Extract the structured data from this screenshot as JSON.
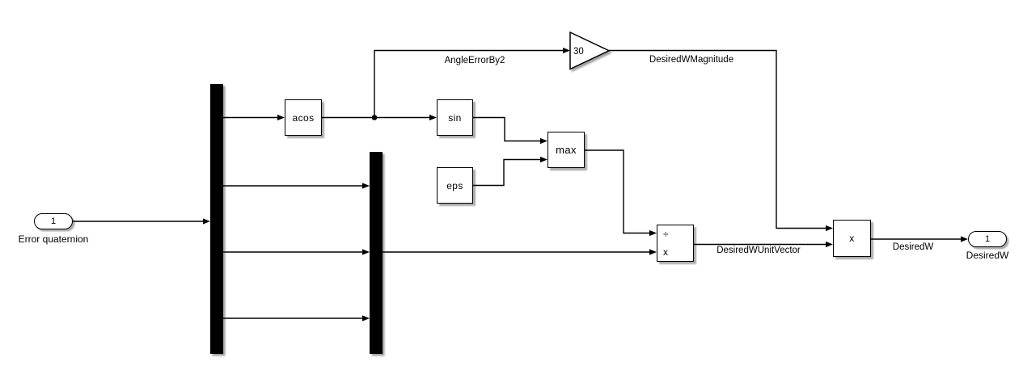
{
  "colors": {
    "background": "#ffffff",
    "line": "#000000",
    "block_fill": "#ffffff",
    "block_border": "#000000"
  },
  "blocks": {
    "inport": {
      "number": "1",
      "name": "Error quaternion"
    },
    "acos": {
      "label": "acos"
    },
    "sin": {
      "label": "sin"
    },
    "eps": {
      "label": "eps"
    },
    "max": {
      "label": "max"
    },
    "gain": {
      "value": "30"
    },
    "divide": {
      "top_symbol": "÷",
      "bottom_symbol": "x"
    },
    "product": {
      "symbol": "x"
    },
    "outport": {
      "number": "1",
      "name": "DesiredW"
    }
  },
  "signal_labels": {
    "angle_error_by2": "AngleErrorBy2",
    "desired_w_magnitude": "DesiredWMagnitude",
    "desired_w_unit_vector": "DesiredWUnitVector",
    "desired_w": "DesiredW"
  }
}
